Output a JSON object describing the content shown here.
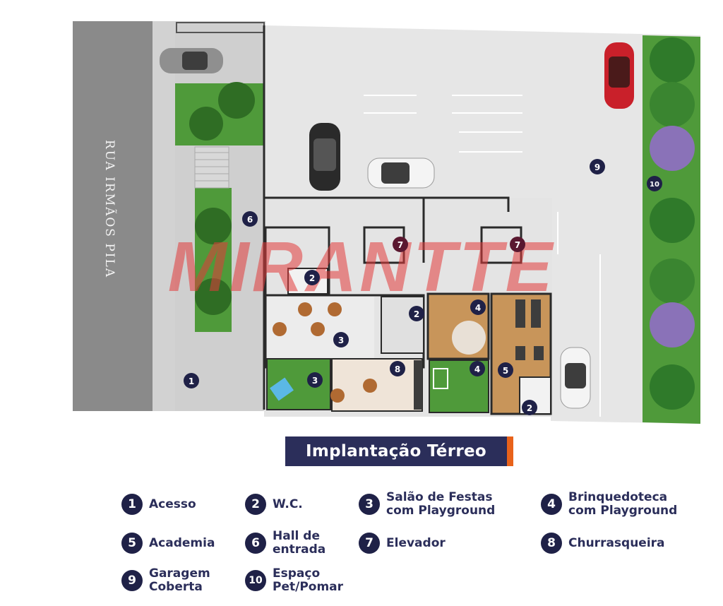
{
  "plan": {
    "street_name": "RUA IRMÃOS PILA",
    "watermark": "MIRANTTE",
    "markers": {
      "acesso": "1",
      "wc_hall": "2",
      "wc_festas": "2",
      "wc_academia": "2",
      "festas": "3",
      "festas_playground": "3",
      "brinquedoteca": "4",
      "playground": "4",
      "academia": "5",
      "hall": "6",
      "elevador_a": "7",
      "elevador_b": "7",
      "churrasqueira": "8",
      "garagem": "9",
      "pet": "10"
    },
    "colors": {
      "street": "#8a8a8a",
      "pavement": "#d2d2d2",
      "garage_floor": "#e6e6e6",
      "walls": "#2a2a2a",
      "grass": "#4f9a3a",
      "wood_floor": "#c8955a",
      "marker": "#1f2147",
      "elevator_marker": "#5a1830",
      "watermark": "#e23a3a"
    }
  },
  "title": "Implantação Térreo",
  "title_accent_color": "#e8621a",
  "legend": [
    {
      "num": "1",
      "label": "Acesso"
    },
    {
      "num": "2",
      "label": "W.C."
    },
    {
      "num": "3",
      "label": "Salão de Festas\ncom Playground"
    },
    {
      "num": "4",
      "label": "Brinquedoteca\ncom Playground"
    },
    {
      "num": "5",
      "label": "Academia"
    },
    {
      "num": "6",
      "label": "Hall de\nentrada"
    },
    {
      "num": "7",
      "label": "Elevador"
    },
    {
      "num": "8",
      "label": "Churrasqueira"
    },
    {
      "num": "9",
      "label": "Garagem\nCoberta"
    },
    {
      "num": "10",
      "label": "Espaço\nPet/Pomar"
    }
  ]
}
